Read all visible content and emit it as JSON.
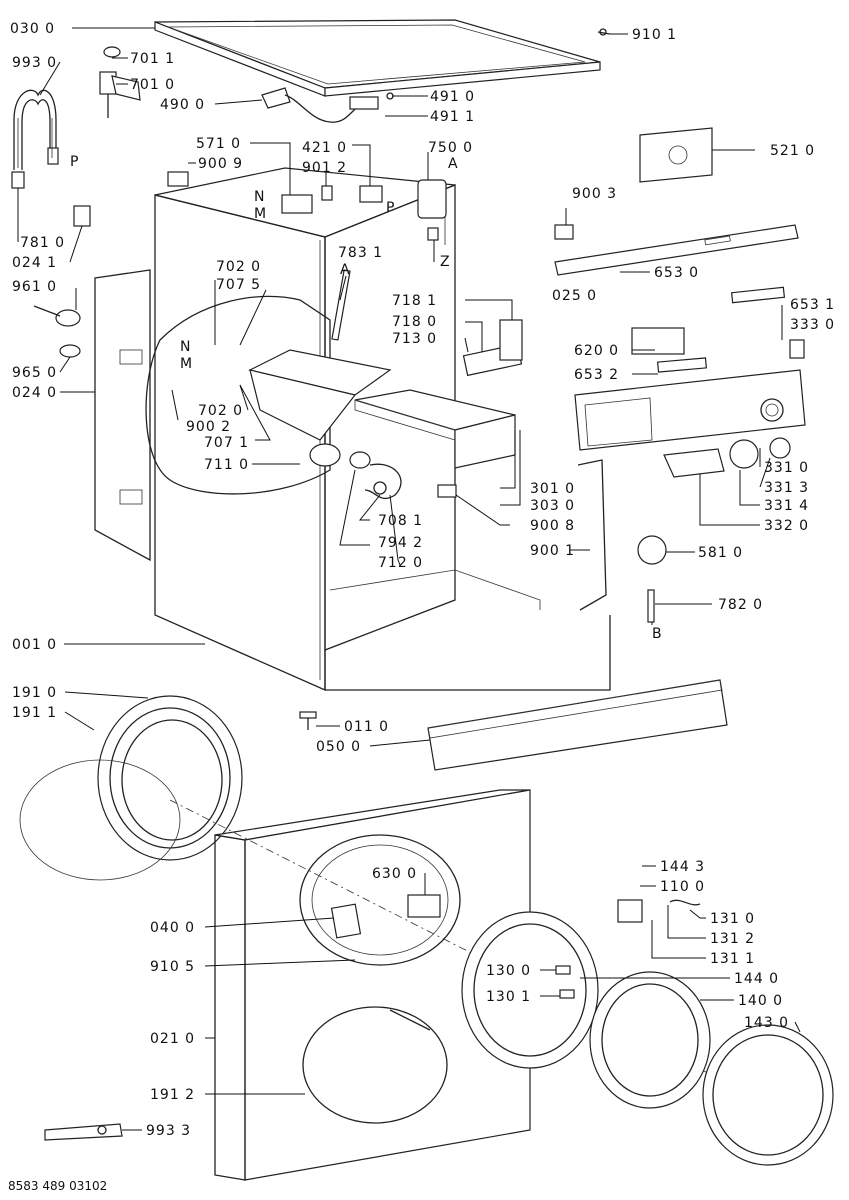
{
  "diagram": {
    "footer_code": "8583 489 03102",
    "labels": [
      {
        "id": "030-0",
        "text": "030 0"
      },
      {
        "id": "910-1",
        "text": "910 1"
      },
      {
        "id": "993-0",
        "text": "993 0"
      },
      {
        "id": "701-1",
        "text": "701 1"
      },
      {
        "id": "701-0",
        "text": "701 0"
      },
      {
        "id": "490-0",
        "text": "490 0"
      },
      {
        "id": "491-0",
        "text": "491 0"
      },
      {
        "id": "491-1",
        "text": "491 1"
      },
      {
        "id": "p-top",
        "text": "P"
      },
      {
        "id": "571-0",
        "text": "571 0"
      },
      {
        "id": "900-9",
        "text": "900 9"
      },
      {
        "id": "421-0",
        "text": "421 0"
      },
      {
        "id": "901-2",
        "text": "901 2"
      },
      {
        "id": "750-0",
        "text": "750 0"
      },
      {
        "id": "a-top",
        "text": "A"
      },
      {
        "id": "521-0",
        "text": "521 0"
      },
      {
        "id": "n-top",
        "text": "N"
      },
      {
        "id": "m-top",
        "text": "M"
      },
      {
        "id": "p-pump",
        "text": "P"
      },
      {
        "id": "900-3",
        "text": "900 3"
      },
      {
        "id": "781-0",
        "text": "781 0"
      },
      {
        "id": "024-1",
        "text": "024 1"
      },
      {
        "id": "z-label",
        "text": "Z"
      },
      {
        "id": "783-1",
        "text": "783 1"
      },
      {
        "id": "a-mid",
        "text": "A"
      },
      {
        "id": "025-0",
        "text": "025 0"
      },
      {
        "id": "702-0",
        "text": "702 0"
      },
      {
        "id": "707-5",
        "text": "707 5"
      },
      {
        "id": "653-0",
        "text": "653 0"
      },
      {
        "id": "961-0",
        "text": "961 0"
      },
      {
        "id": "718-1",
        "text": "718 1"
      },
      {
        "id": "718-0",
        "text": "718 0"
      },
      {
        "id": "653-1",
        "text": "653 1"
      },
      {
        "id": "713-0",
        "text": "713 0"
      },
      {
        "id": "333-0",
        "text": "333 0"
      },
      {
        "id": "n-mid",
        "text": "N"
      },
      {
        "id": "m-mid",
        "text": "M"
      },
      {
        "id": "620-0",
        "text": "620 0"
      },
      {
        "id": "965-0",
        "text": "965 0"
      },
      {
        "id": "024-0",
        "text": "024 0"
      },
      {
        "id": "653-2",
        "text": "653 2"
      },
      {
        "id": "702-0b",
        "text": "702 0"
      },
      {
        "id": "900-2",
        "text": "900 2"
      },
      {
        "id": "707-1",
        "text": "707 1"
      },
      {
        "id": "711-0",
        "text": "711 0"
      },
      {
        "id": "331-0",
        "text": "331 0"
      },
      {
        "id": "331-3",
        "text": "331 3"
      },
      {
        "id": "301-0",
        "text": "301 0"
      },
      {
        "id": "303-0",
        "text": "303 0"
      },
      {
        "id": "331-4",
        "text": "331 4"
      },
      {
        "id": "708-1",
        "text": "708 1"
      },
      {
        "id": "900-8",
        "text": "900 8"
      },
      {
        "id": "332-0",
        "text": "332 0"
      },
      {
        "id": "794-2",
        "text": "794 2"
      },
      {
        "id": "900-1",
        "text": "900 1"
      },
      {
        "id": "712-0",
        "text": "712 0"
      },
      {
        "id": "581-0",
        "text": "581 0"
      },
      {
        "id": "782-0",
        "text": "782 0"
      },
      {
        "id": "b-label",
        "text": "B"
      },
      {
        "id": "001-0",
        "text": "001 0"
      },
      {
        "id": "191-0",
        "text": "191 0"
      },
      {
        "id": "191-1",
        "text": "191 1"
      },
      {
        "id": "011-0",
        "text": "011 0"
      },
      {
        "id": "050-0",
        "text": "050 0"
      },
      {
        "id": "144-3",
        "text": "144 3"
      },
      {
        "id": "630-0",
        "text": "630 0"
      },
      {
        "id": "110-0",
        "text": "110 0"
      },
      {
        "id": "040-0",
        "text": "040 0"
      },
      {
        "id": "131-0",
        "text": "131 0"
      },
      {
        "id": "131-2",
        "text": "131 2"
      },
      {
        "id": "131-1",
        "text": "131 1"
      },
      {
        "id": "910-5",
        "text": "910 5"
      },
      {
        "id": "130-0",
        "text": "130 0"
      },
      {
        "id": "144-0",
        "text": "144 0"
      },
      {
        "id": "130-1",
        "text": "130 1"
      },
      {
        "id": "140-0",
        "text": "140 0"
      },
      {
        "id": "021-0",
        "text": "021 0"
      },
      {
        "id": "143-0",
        "text": "143 0"
      },
      {
        "id": "191-2",
        "text": "191 2"
      },
      {
        "id": "993-3",
        "text": "993 3"
      }
    ]
  }
}
